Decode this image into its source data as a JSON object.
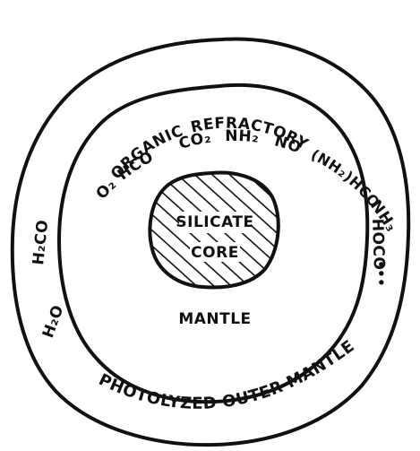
{
  "diagram": {
    "core": {
      "line1": "SILICATE",
      "line2": "CORE"
    },
    "inner_mantle": {
      "word_left": "ORGANIC",
      "word_right": "REFRACTORY",
      "word_bottom": "MANTLE"
    },
    "outer_mantle": {
      "label": "PHOTOLYZED OUTER MANTLE",
      "molecules": {
        "h2o": "H₂O",
        "h2co": "H₂CO",
        "o2": "O₂",
        "hco": "HCO",
        "co2": "CO₂",
        "nh2": "NH₂",
        "no": "NO",
        "nh2hco": "(NH₂)HCO",
        "nh3": "NH₃",
        "hoco": "HOCO"
      },
      "ellipsis": "•••"
    }
  }
}
